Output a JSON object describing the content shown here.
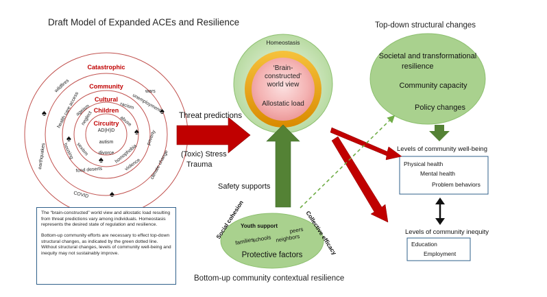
{
  "title": "Draft Model of Expanded ACEs and Resilience",
  "rings": {
    "catastrophic": "Catastrophic",
    "community": "Community",
    "cultural": "Cultural",
    "children": "Children",
    "circuitry": "Circuitry"
  },
  "ring_items": {
    "wildfires": "wildfires",
    "wars": "wars",
    "health_care_access": "health care access",
    "unemployment": "unemployment",
    "ageism": "ageism",
    "racism": "racism",
    "earthquakes": "earthquakes",
    "neglect": "neglect",
    "abuse": "abuse",
    "poverty": "poverty",
    "adhd": "AD(H)D",
    "autism": "autism",
    "divorce": "divorce",
    "sexism": "sexism",
    "housing": "housing",
    "homophobia": "homophobia",
    "climate_change": "climate change",
    "violence": "violence",
    "food_deserts": "food deserts",
    "covid": "COVID"
  },
  "threat_predictions": "Threat predictions",
  "toxic_stress": "(Toxic) Stress",
  "trauma": "Trauma",
  "homeostasis": "Homeostasis",
  "brain_view": [
    "‘Brain-",
    "constructed’",
    "world view"
  ],
  "allostatic_load": "Allostatic load",
  "top_down_title": "Top-down structural changes",
  "top_down": {
    "line1": "Societal and transformational",
    "line2": "resilience",
    "community_capacity": "Community capacity",
    "policy_changes": "Policy changes"
  },
  "wellbeing_title": "Levels of community well-being",
  "wellbeing_items": [
    "Physical health",
    "Mental health",
    "Problem behaviors"
  ],
  "inequity_title": "Levels of community inequity",
  "inequity_items": [
    "Education",
    "Employment"
  ],
  "safety_supports": "Safety supports",
  "social_cohesion": "Social cohesion",
  "collective_efficacy": "Collective efficacy",
  "bottom": {
    "youth_support": "Youth support",
    "peers": "peers",
    "families": "families",
    "schools": "schools",
    "neighbors": "neighbors",
    "protective_factors": "Protective factors"
  },
  "bottom_up_title": "Bottom-up community contextual resilience",
  "caption": {
    "p1": "The “brain-constructed” world view and allostatic load resulting from threat predictions vary among individuals. Homeostasis represents the desired state of regulation and resilience.",
    "p2": "Bottom-up community efforts are necessary to effect top-down structural changes, as indicated by the green dotted line. Without structural changes, levels of community well-being and inequity may not sustainably improve."
  },
  "colors": {
    "red": "#c00000",
    "green": "#a9d18e",
    "dark_green": "#548235",
    "orange": "#e8a317",
    "pink": "#f4b9b9"
  }
}
